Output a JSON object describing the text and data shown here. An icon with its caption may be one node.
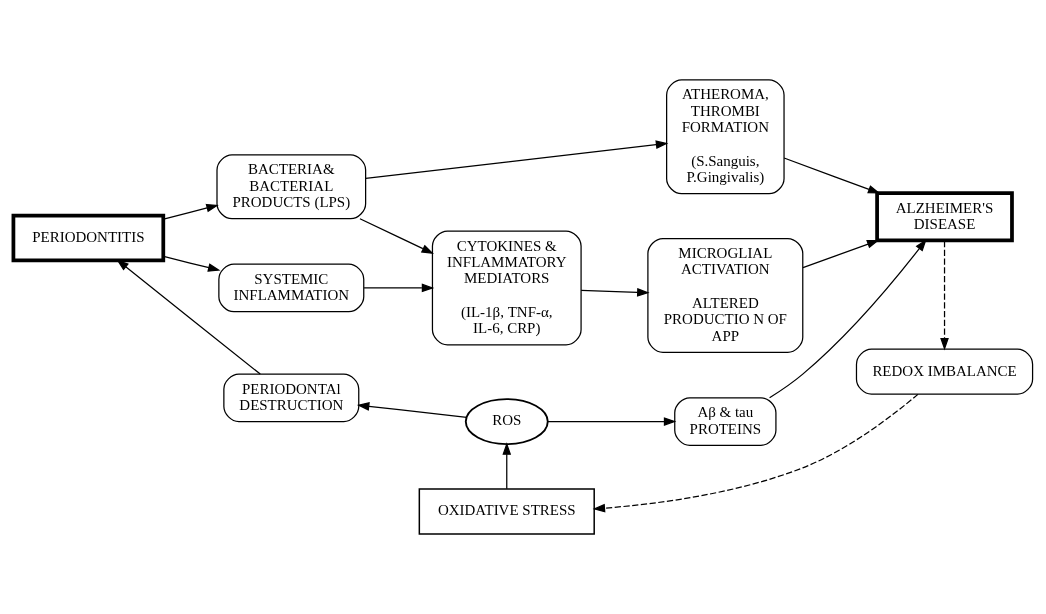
{
  "diagram": {
    "nodes": [
      {
        "text": [
          "PERIODONTITIS"
        ]
      },
      {
        "text": [
          "BACTERIA& BACTERIAL PRODUCTS (LPS)"
        ]
      },
      {
        "text": [
          "ATHEROMA, THROMBI FORMATION",
          "(S.Sanguis, P.Gingivalis)"
        ]
      },
      {
        "text": [
          "SYSTEMIC INFLAMMATION"
        ]
      },
      {
        "text": [
          "CYTOKINES & INFLAMMATORY MEDIATORS",
          "(IL-1β, TNF-α, IL-6, CRP)"
        ]
      },
      {
        "text": [
          "MICROGLIAL ACTIVATION",
          "ALTERED PRODUCTIO N OF APP"
        ]
      },
      {
        "text": [
          "ALZHEIMER'S DISEASE"
        ]
      },
      {
        "text": [
          "PERIODONTAl DESTRUCTION"
        ]
      },
      {
        "text": [
          "Aβ & tau PROTEINS"
        ]
      },
      {
        "text": [
          "ROS"
        ]
      },
      {
        "text": [
          "REDOX IMBALANCE"
        ]
      },
      {
        "text": [
          "OXIDATIVE STRESS"
        ]
      }
    ],
    "edges": [
      {
        "from": 0,
        "to": 1,
        "arrow": "to"
      },
      {
        "from": 0,
        "to": 3,
        "arrow": "to"
      },
      {
        "from": 1,
        "to": 2,
        "arrow": "to"
      },
      {
        "from": 1,
        "to": 4,
        "arrow": "to"
      },
      {
        "from": 3,
        "to": 4,
        "arrow": "to"
      },
      {
        "from": 4,
        "to": 5,
        "arrow": "to"
      },
      {
        "from": 5,
        "to": 6,
        "arrow": "to"
      },
      {
        "from": 2,
        "to": 6,
        "arrow": "to"
      },
      {
        "from": 6,
        "to": 10,
        "arrow": "to",
        "style": "dashed"
      },
      {
        "from": 10,
        "to": 11,
        "arrow": "to",
        "style": "dashed"
      },
      {
        "from": 11,
        "to": 9,
        "arrow": "to"
      },
      {
        "from": 9,
        "to": 7,
        "arrow": "to"
      },
      {
        "from": 9,
        "to": 8,
        "arrow": "to"
      },
      {
        "from": 8,
        "to": 6,
        "arrow": "to"
      },
      {
        "from": 7,
        "to": 0,
        "arrow": "to"
      }
    ]
  }
}
